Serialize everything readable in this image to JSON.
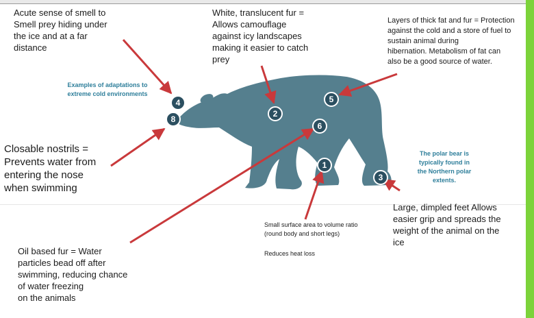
{
  "annotations": {
    "smell": "Acute sense of smell to\nSmell prey hiding under\nthe ice and at a far\ndistance",
    "fur": "White, translucent fur =\nAllows camouflage\nagainst icy landscapes\nmaking it easier to catch\nprey",
    "fat": "Layers of thick fat and fur = Protection\nagainst the cold and a store of fuel to\nsustain animal during\nhibernation.  Metabolism of fat can\nalso be a good source of water.",
    "examples": "Examples of adaptations to\nextreme cold environments",
    "nostrils": "Closable nostrils =\nPrevents water from\nentering the nose\nwhen swimming",
    "polar": "The polar bear is\ntypically found in\nthe Northern polar\nextents.",
    "feet": "Large, dimpled feet Allows\neasier grip and spreads the\nweight of the animal on the\nice",
    "surface": "Small surface area to volume ratio\n(round body and short legs)",
    "heat": "Reduces heat loss",
    "oil": "Oil based fur = Water\nparticles bead off after\nswimming, reducing chance\nof water freezing\non the animals"
  },
  "markers": [
    "4",
    "8",
    "2",
    "5",
    "6",
    "1",
    "3"
  ],
  "colors": {
    "bear": "#557f8e",
    "marker": "#2b4f60",
    "arrow": "#c9393b",
    "accent": "#7cd33a",
    "caption": "#2f7f9b"
  }
}
